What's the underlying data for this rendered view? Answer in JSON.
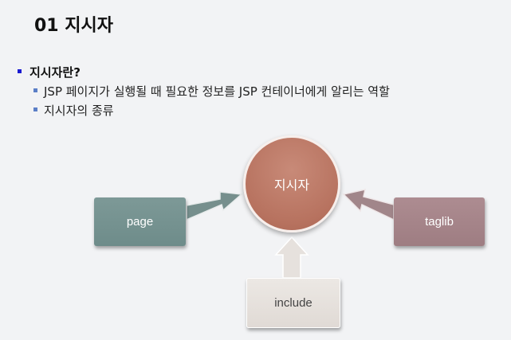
{
  "slide": {
    "title": "01 지시자",
    "bullet_main": "지시자란?",
    "sub_bullets": [
      "JSP 페이지가 실행될 때 필요한 정보를 JSP 컨테이너에게 알리는 역할",
      "지시자의 종류"
    ]
  },
  "diagram": {
    "center": "지시자",
    "left": "page",
    "right": "taglib",
    "bottom": "include"
  },
  "colors": {
    "page": "#7d9997",
    "taglib": "#a88a8e",
    "include": "#e6e1dd",
    "center": "#b9745f",
    "bullet_main": "#1a1ad1",
    "bullet_sub": "#5b7fc7"
  }
}
